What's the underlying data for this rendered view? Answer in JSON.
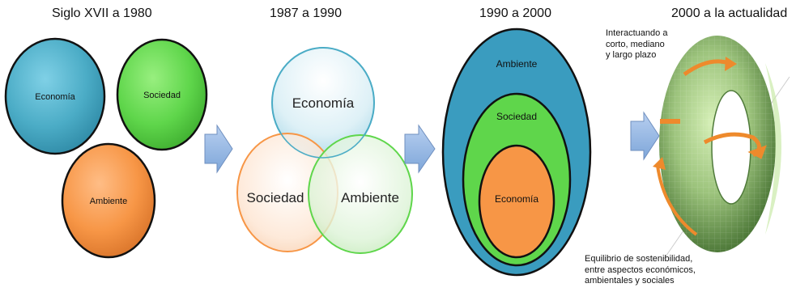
{
  "stages": [
    {
      "title": "Siglo XVII a 1980",
      "circles": {
        "economia": "Economía",
        "sociedad": "Sociedad",
        "ambiente": "Ambiente"
      }
    },
    {
      "title": "1987 a 1990",
      "circles": {
        "economia": "Economía",
        "sociedad": "Sociedad",
        "ambiente": "Ambiente"
      }
    },
    {
      "title": "1990 a 2000",
      "circles": {
        "ambiente": "Ambiente",
        "sociedad": "Sociedad",
        "economia": "Economía"
      }
    },
    {
      "title": "2000 a la actualidad",
      "note_top": [
        "Interactuando a",
        "corto, mediano",
        "y largo plazo"
      ],
      "note_bottom": [
        "Equilibrio de sostenibilidad,",
        "entre aspectos económicos,",
        "ambientales y sociales"
      ]
    }
  ],
  "colors": {
    "economia_blue": "#4bacc6",
    "sociedad_green": "#5fd64b",
    "ambiente_orange": "#f79646",
    "arrow_blue": "#8eb4e3",
    "nested_outer": "#3a9cbf",
    "torus_green": "#6f9a55"
  }
}
